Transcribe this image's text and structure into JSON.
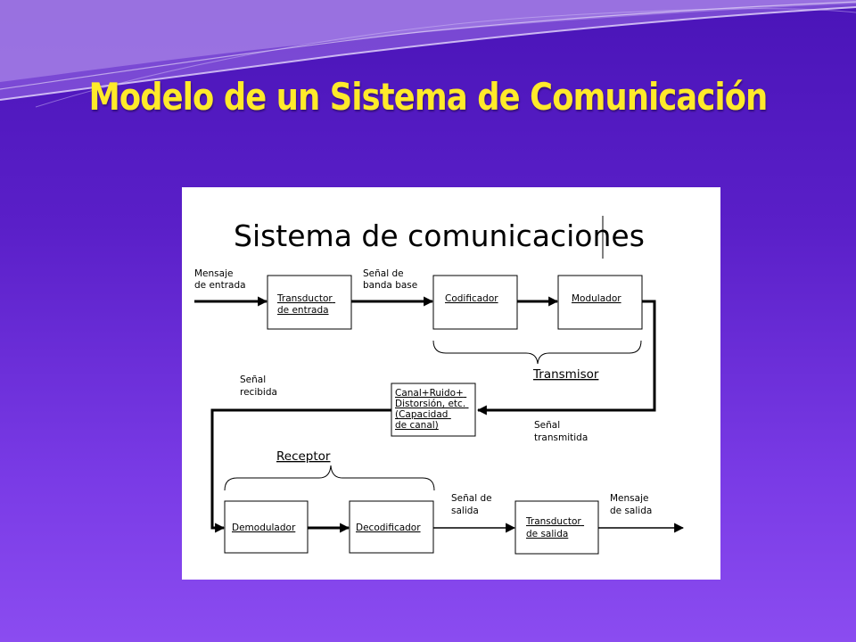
{
  "slide": {
    "title": "Modelo de un Sistema de Comunicación",
    "colors": {
      "background": "#5a1fc8",
      "title": "#ffea2a",
      "panel": "#ffffff"
    }
  },
  "diagram": {
    "title": "Sistema de comunicaciones",
    "labels": {
      "input_message": [
        "Mensaje",
        "de entrada"
      ],
      "baseband_signal": [
        "Señal de",
        "banda base"
      ],
      "received_signal": [
        "Señal",
        "recibida"
      ],
      "transmitted_signal": [
        "Señal",
        "transmitida"
      ],
      "output_signal": [
        "Señal de",
        "salida"
      ],
      "output_message": [
        "Mensaje",
        "de salida"
      ]
    },
    "blocks": {
      "input_transducer": [
        "Transductor",
        "de entrada"
      ],
      "encoder": [
        "Codificador"
      ],
      "modulator": [
        "Modulador"
      ],
      "channel": [
        "Canal+Ruido+",
        "Distorsión, etc.",
        "(Capacidad",
        "de canal)"
      ],
      "demodulator": [
        "Demodulador"
      ],
      "decoder": [
        "Decodificador"
      ],
      "output_transducer": [
        "Transductor",
        "de salida"
      ]
    },
    "groups": {
      "transmitter": "Transmisor",
      "receiver": "Receptor"
    }
  }
}
